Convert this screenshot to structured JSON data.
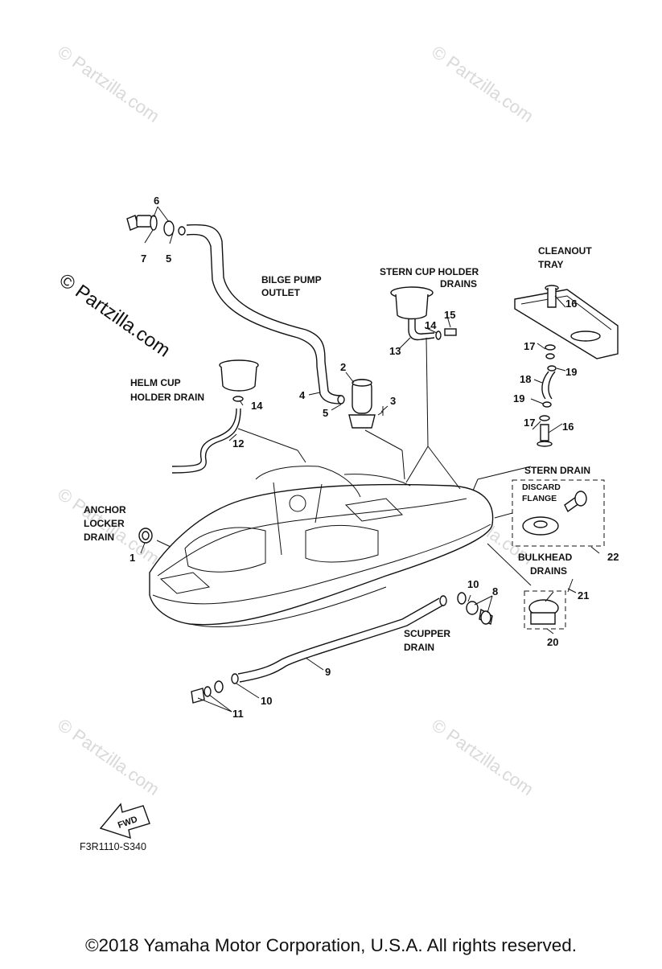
{
  "watermarks": {
    "small": "© Partzilla.com",
    "large": "© Partzilla.com"
  },
  "labels": {
    "bilge_pump_outlet_1": "BILGE PUMP",
    "bilge_pump_outlet_2": "OUTLET",
    "stern_cup_holder_1": "STERN CUP HOLDER",
    "stern_cup_holder_2": "DRAINS",
    "cleanout_tray_1": "CLEANOUT",
    "cleanout_tray_2": "TRAY",
    "helm_cup_1": "HELM CUP",
    "helm_cup_2": "HOLDER DRAIN",
    "anchor_1": "ANCHOR",
    "anchor_2": "LOCKER",
    "anchor_3": "DRAIN",
    "stern_drain": "STERN DRAIN",
    "discard_1": "DISCARD",
    "discard_2": "FLANGE",
    "bulkhead_1": "BULKHEAD",
    "bulkhead_2": "DRAINS",
    "scupper_1": "SCUPPER",
    "scupper_2": "DRAIN",
    "fwd": "FWD",
    "diagram_code": "F3R1110-S340"
  },
  "callouts": {
    "n1": "1",
    "n2": "2",
    "n3": "3",
    "n4": "4",
    "n5a": "5",
    "n5b": "5",
    "n6": "6",
    "n7": "7",
    "n8": "8",
    "n9": "9",
    "n10a": "10",
    "n10b": "10",
    "n11": "11",
    "n12": "12",
    "n13": "13",
    "n14a": "14",
    "n14b": "14",
    "n15": "15",
    "n16a": "16",
    "n16b": "16",
    "n17a": "17",
    "n17b": "17",
    "n18": "18",
    "n19a": "19",
    "n19b": "19",
    "n20": "20",
    "n21": "21",
    "n22": "22"
  },
  "footer": {
    "copyright": "©2018  Yamaha Motor Corporation, U.S.A. All rights reserved."
  }
}
